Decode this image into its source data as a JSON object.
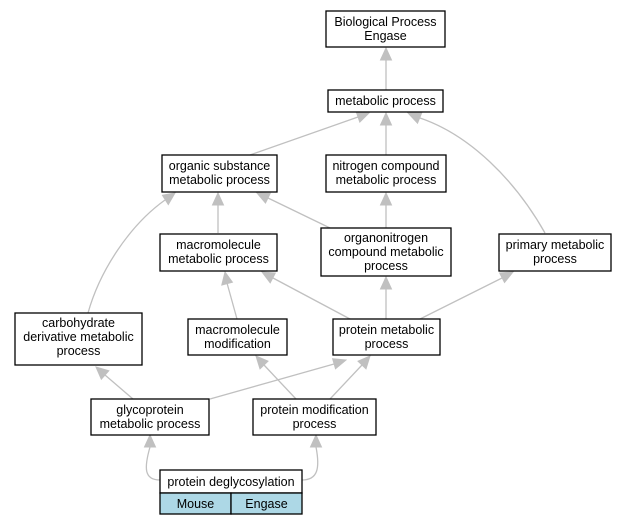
{
  "nodes": {
    "biological_process": {
      "line1": "Biological Process",
      "line2": "Engase"
    },
    "metabolic_process": {
      "line1": "metabolic process"
    },
    "organic_substance": {
      "line1": "organic substance",
      "line2": "metabolic process"
    },
    "nitrogen_compound": {
      "line1": "nitrogen compound",
      "line2": "metabolic process"
    },
    "macromolecule_metabolic": {
      "line1": "macromolecule",
      "line2": "metabolic process"
    },
    "organonitrogen": {
      "line1": "organonitrogen",
      "line2": "compound metabolic",
      "line3": "process"
    },
    "primary_metabolic": {
      "line1": "primary metabolic",
      "line2": "process"
    },
    "carbohydrate_derivative": {
      "line1": "carbohydrate",
      "line2": "derivative metabolic",
      "line3": "process"
    },
    "macromolecule_modification": {
      "line1": "macromolecule",
      "line2": "modification"
    },
    "protein_metabolic": {
      "line1": "protein metabolic",
      "line2": "process"
    },
    "glycoprotein_metabolic": {
      "line1": "glycoprotein",
      "line2": "metabolic process"
    },
    "protein_modification": {
      "line1": "protein modification",
      "line2": "process"
    },
    "protein_deglycosylation": {
      "line1": "protein deglycosylation",
      "cell_left": "Mouse",
      "cell_right": "Engase"
    }
  }
}
